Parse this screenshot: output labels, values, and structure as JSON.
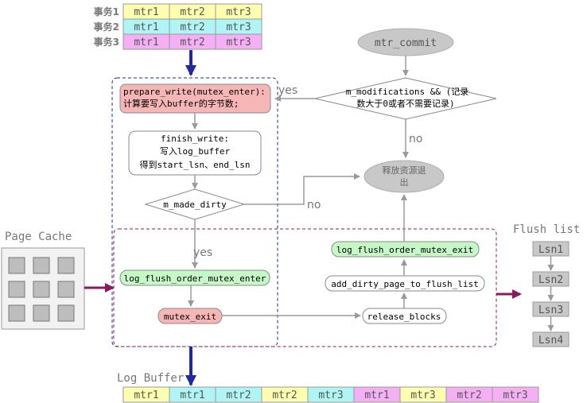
{
  "colors": {
    "yellow": "#FFFFB0",
    "cyan": "#B0F5F5",
    "pink": "#F5B0F5",
    "red_node": "#F7B6B6",
    "green_node": "#C6F7C6",
    "gray_node": "#C8C8C8",
    "blue_box": "#1F2A9E",
    "purple_box": "#8B1A5C",
    "arrow_gray": "#9A9A9A",
    "big_arrow_blue": "#1F2A9E",
    "big_arrow_purple": "#8B1A5C",
    "label_gray": "#777777"
  },
  "transactions": [
    {
      "label": "事务1",
      "cells": [
        "mtr1",
        "mtr2",
        "mtr3"
      ],
      "colors": [
        "yellow",
        "yellow",
        "yellow"
      ]
    },
    {
      "label": "事务2",
      "cells": [
        "mtr1",
        "mtr2",
        "mtr3"
      ],
      "colors": [
        "cyan",
        "cyan",
        "cyan"
      ]
    },
    {
      "label": "事务3",
      "cells": [
        "mtr1",
        "mtr2",
        "mtr3"
      ],
      "colors": [
        "pink",
        "pink",
        "pink"
      ]
    }
  ],
  "nodes": {
    "mtr_commit": "mtr_commit",
    "prepare_write_line1": "prepare_write(mutex_enter):",
    "prepare_write_line2": "计算要写入buffer的字节数;",
    "m_modifications_line1": "m_modifications && (记录",
    "m_modifications_line2": "数大于0或者不需要记录)",
    "finish_write_line1": "finish_write:",
    "finish_write_line2": "写入log_buffer",
    "finish_write_line3": "得到start_lsn、end_lsn",
    "release_line1": "释放资源退",
    "release_line2": "出",
    "m_made_dirty": "m_made_dirty",
    "log_flush_order_mutex_exit": "log_flush_order_mutex_exit",
    "log_flush_order_mutex_enter": "log_flush_order_mutex_enter",
    "add_dirty_page_to_flush_list": "add_dirty_page_to_flush_list",
    "mutex_exit": "mutex_exit",
    "release_blocks": "release_blocks"
  },
  "edge_labels": {
    "yes_top": "yes",
    "no_right": "no",
    "no_mid": "no",
    "yes_bottom": "yes"
  },
  "page_cache": {
    "title": "Page Cache"
  },
  "flush_list": {
    "title": "Flush list",
    "items": [
      "Lsn1",
      "Lsn2",
      "Lsn3",
      "Lsn4"
    ]
  },
  "log_buffer": {
    "title": "Log Buffer",
    "cells": [
      {
        "text": "mtr1",
        "color": "yellow"
      },
      {
        "text": "mtr1",
        "color": "cyan"
      },
      {
        "text": "mtr2",
        "color": "cyan"
      },
      {
        "text": "mtr2",
        "color": "yellow"
      },
      {
        "text": "mtr3",
        "color": "cyan"
      },
      {
        "text": "mtr1",
        "color": "pink"
      },
      {
        "text": "mtr3",
        "color": "yellow"
      },
      {
        "text": "mtr2",
        "color": "pink"
      },
      {
        "text": "mtr3",
        "color": "pink"
      }
    ]
  }
}
